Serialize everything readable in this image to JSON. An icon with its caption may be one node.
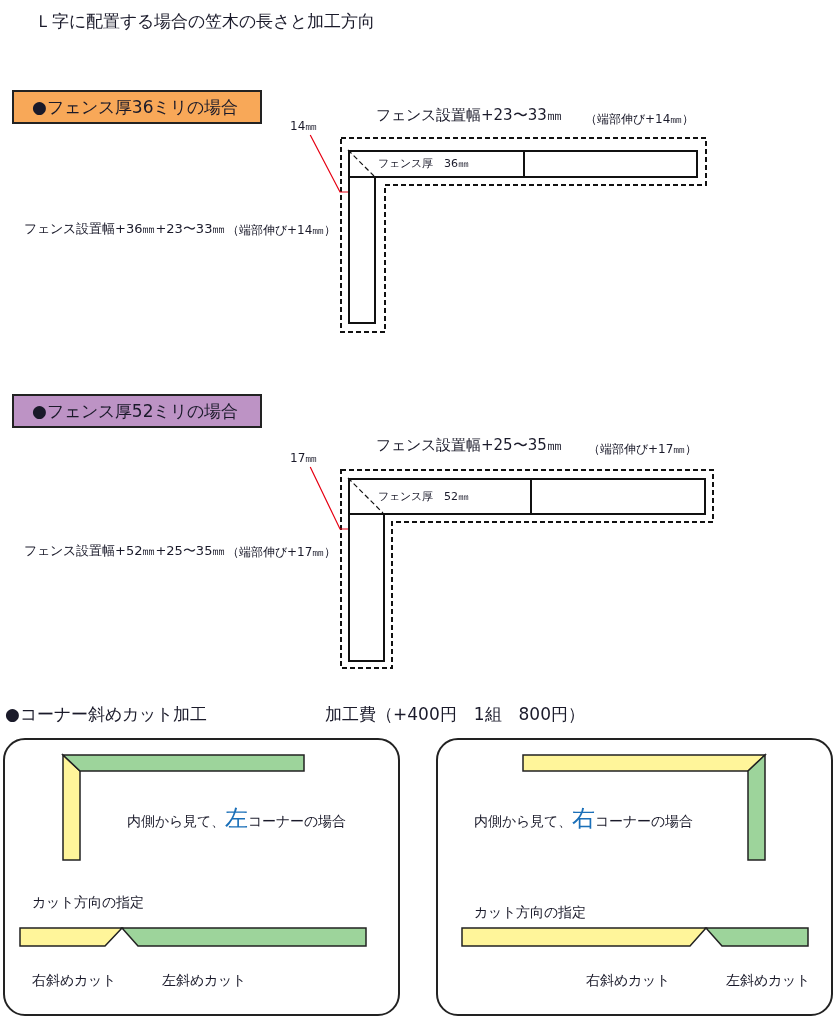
{
  "diagram": {
    "title": "Ｌ字に配置する場合の笠木の長さと加工方向",
    "nodes": [
      {
        "text": [
          "●フェンス厚36ミリの場合"
        ]
      },
      {
        "text": [
          "フェンス厚　36㎜"
        ]
      },
      {
        "text": [],
        "shape": "box"
      },
      {
        "text": [],
        "shape": "box"
      },
      {
        "text": [
          "14㎜"
        ]
      },
      {
        "text": [
          "●フェンス厚52ミリの場合"
        ]
      },
      {
        "text": [
          "フェンス厚　52㎜"
        ]
      },
      {
        "text": [],
        "shape": "box"
      },
      {
        "text": [],
        "shape": "box"
      },
      {
        "text": [
          "17㎜"
        ]
      },
      {
        "text": [
          "内側から見て、**左**コーナーの場合",
          "カット方向の指定",
          "右斜めカット",
          "左斜めカット"
        ]
      },
      {
        "text": [
          "内側から見て、**右**コーナーの場合",
          "カット方向の指定",
          "右斜めカット",
          "左斜めカット"
        ]
      }
    ],
    "edges": [
      {
        "from": 4,
        "to": 3,
        "arrow": "none"
      },
      {
        "from": 9,
        "to": 8,
        "arrow": "none"
      }
    ],
    "labels": [
      "フェンス設置幅+23〜33㎜",
      "（端部伸び+14㎜）",
      "フェンス設置幅+36㎜+23〜33㎜",
      "（端部伸び+14㎜）",
      "フェンス設置幅+25〜35㎜",
      "（端部伸び+17㎜）",
      "フェンス設置幅+52㎜+25〜35㎜",
      "（端部伸び+17㎜）",
      "●コーナー斜めカット加工",
      "加工費（+400円　1組　800円）"
    ]
  }
}
